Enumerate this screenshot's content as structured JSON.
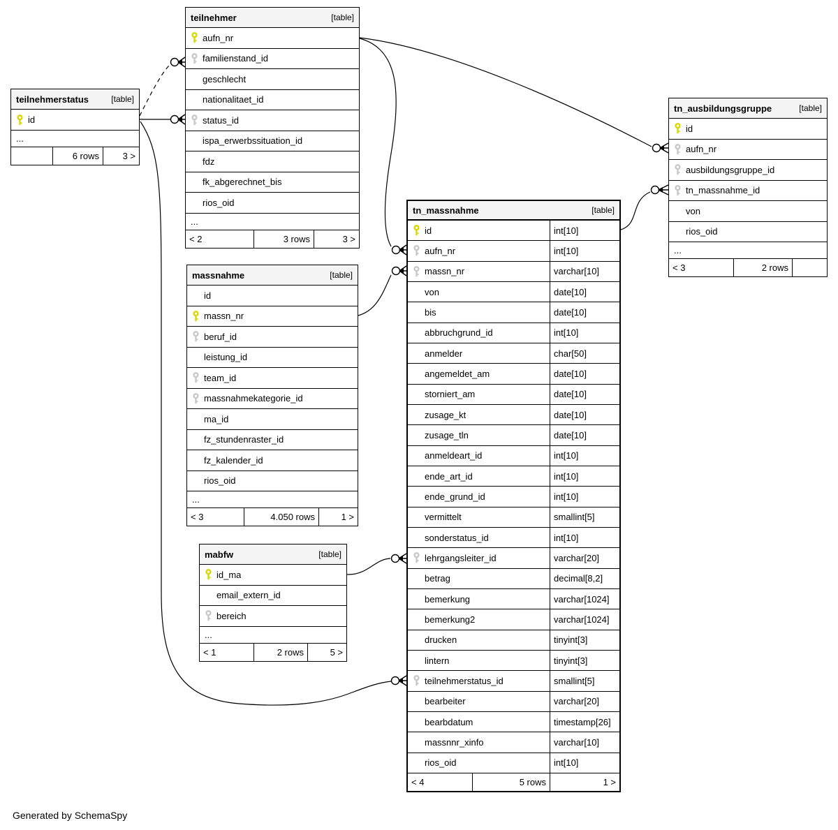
{
  "footer_note": "Generated by SchemaSpy",
  "colors": {
    "primary_key": "#d8d800",
    "foreign_key": "#c8c8c8",
    "header_bg": "#f4f4f4",
    "line": "#000000"
  },
  "tables": {
    "teilnehmerstatus": {
      "title": "teilnehmerstatus",
      "tag": "[table]",
      "columns": [
        {
          "name": "id",
          "key": "primary"
        },
        {
          "name": "...",
          "ellipsis": true
        }
      ],
      "footer": {
        "left": "",
        "center": "6 rows",
        "right": "3 >"
      }
    },
    "teilnehmer": {
      "title": "teilnehmer",
      "tag": "[table]",
      "columns": [
        {
          "name": "aufn_nr",
          "key": "primary"
        },
        {
          "name": "familienstand_id",
          "key": "foreign"
        },
        {
          "name": "geschlecht"
        },
        {
          "name": "nationalitaet_id"
        },
        {
          "name": "status_id",
          "key": "foreign"
        },
        {
          "name": "ispa_erwerbssituation_id"
        },
        {
          "name": "fdz"
        },
        {
          "name": "fk_abgerechnet_bis"
        },
        {
          "name": "rios_oid"
        },
        {
          "name": "...",
          "ellipsis": true
        }
      ],
      "footer": {
        "left": "< 2",
        "center": "3 rows",
        "right": "3 >"
      }
    },
    "tn_ausbildungsgruppe": {
      "title": "tn_ausbildungsgruppe",
      "tag": "[table]",
      "columns": [
        {
          "name": "id",
          "key": "primary"
        },
        {
          "name": "aufn_nr",
          "key": "foreign"
        },
        {
          "name": "ausbildungsgruppe_id",
          "key": "foreign"
        },
        {
          "name": "tn_massnahme_id",
          "key": "foreign"
        },
        {
          "name": "von"
        },
        {
          "name": "rios_oid"
        },
        {
          "name": "...",
          "ellipsis": true
        }
      ],
      "footer": {
        "left": "< 3",
        "center": "2 rows",
        "right": ""
      }
    },
    "massnahme": {
      "title": "massnahme",
      "tag": "[table]",
      "columns": [
        {
          "name": "id"
        },
        {
          "name": "massn_nr",
          "key": "primary"
        },
        {
          "name": "beruf_id",
          "key": "foreign"
        },
        {
          "name": "leistung_id"
        },
        {
          "name": "team_id",
          "key": "foreign"
        },
        {
          "name": "massnahmekategorie_id",
          "key": "foreign"
        },
        {
          "name": "ma_id"
        },
        {
          "name": "fz_stundenraster_id"
        },
        {
          "name": "fz_kalender_id"
        },
        {
          "name": "rios_oid"
        },
        {
          "name": "...",
          "ellipsis": true
        }
      ],
      "footer": {
        "left": "< 3",
        "center": "4.050 rows",
        "right": "1 >"
      }
    },
    "tn_massnahme": {
      "title": "tn_massnahme",
      "tag": "[table]",
      "columns": [
        {
          "name": "id",
          "type": "int[10]",
          "key": "primary"
        },
        {
          "name": "aufn_nr",
          "type": "int[10]",
          "key": "foreign"
        },
        {
          "name": "massn_nr",
          "type": "varchar[10]",
          "key": "foreign"
        },
        {
          "name": "von",
          "type": "date[10]"
        },
        {
          "name": "bis",
          "type": "date[10]"
        },
        {
          "name": "abbruchgrund_id",
          "type": "int[10]"
        },
        {
          "name": "anmelder",
          "type": "char[50]"
        },
        {
          "name": "angemeldet_am",
          "type": "date[10]"
        },
        {
          "name": "storniert_am",
          "type": "date[10]"
        },
        {
          "name": "zusage_kt",
          "type": "date[10]"
        },
        {
          "name": "zusage_tln",
          "type": "date[10]"
        },
        {
          "name": "anmeldeart_id",
          "type": "int[10]"
        },
        {
          "name": "ende_art_id",
          "type": "int[10]"
        },
        {
          "name": "ende_grund_id",
          "type": "int[10]"
        },
        {
          "name": "vermittelt",
          "type": "smallint[5]"
        },
        {
          "name": "sonderstatus_id",
          "type": "int[10]"
        },
        {
          "name": "lehrgangsleiter_id",
          "type": "varchar[20]",
          "key": "foreign"
        },
        {
          "name": "betrag",
          "type": "decimal[8,2]"
        },
        {
          "name": "bemerkung",
          "type": "varchar[1024]"
        },
        {
          "name": "bemerkung2",
          "type": "varchar[1024]"
        },
        {
          "name": "drucken",
          "type": "tinyint[3]"
        },
        {
          "name": "lintern",
          "type": "tinyint[3]"
        },
        {
          "name": "teilnehmerstatus_id",
          "type": "smallint[5]",
          "key": "foreign"
        },
        {
          "name": "bearbeiter",
          "type": "varchar[20]"
        },
        {
          "name": "bearbdatum",
          "type": "timestamp[26]"
        },
        {
          "name": "massnnr_xinfo",
          "type": "varchar[10]"
        },
        {
          "name": "rios_oid",
          "type": "int[10]"
        }
      ],
      "footer": {
        "left": "< 4",
        "center": "5 rows",
        "right": "1 >"
      }
    },
    "mabfw": {
      "title": "mabfw",
      "tag": "[table]",
      "columns": [
        {
          "name": "id_ma",
          "key": "primary"
        },
        {
          "name": "email_extern_id"
        },
        {
          "name": "bereich",
          "key": "foreign"
        },
        {
          "name": "...",
          "ellipsis": true
        }
      ],
      "footer": {
        "left": "< 1",
        "center": "2 rows",
        "right": "5 >"
      }
    }
  },
  "relationships": [
    {
      "from": "teilnehmerstatus.id",
      "to": "teilnehmer.familienstand_id",
      "style": "implied"
    },
    {
      "from": "teilnehmerstatus.id",
      "to": "teilnehmer.status_id",
      "style": "solid"
    },
    {
      "from": "teilnehmerstatus.id",
      "to": "tn_massnahme.teilnehmerstatus_id",
      "style": "solid"
    },
    {
      "from": "teilnehmer.aufn_nr",
      "to": "tn_ausbildungsgruppe.aufn_nr",
      "style": "solid"
    },
    {
      "from": "teilnehmer.aufn_nr",
      "to": "tn_massnahme.aufn_nr",
      "style": "solid"
    },
    {
      "from": "massnahme.massn_nr",
      "to": "tn_massnahme.massn_nr",
      "style": "solid"
    },
    {
      "from": "mabfw.id_ma",
      "to": "tn_massnahme.lehrgangsleiter_id",
      "style": "solid"
    },
    {
      "from": "tn_massnahme.id",
      "to": "tn_ausbildungsgruppe.tn_massnahme_id",
      "style": "solid"
    }
  ]
}
